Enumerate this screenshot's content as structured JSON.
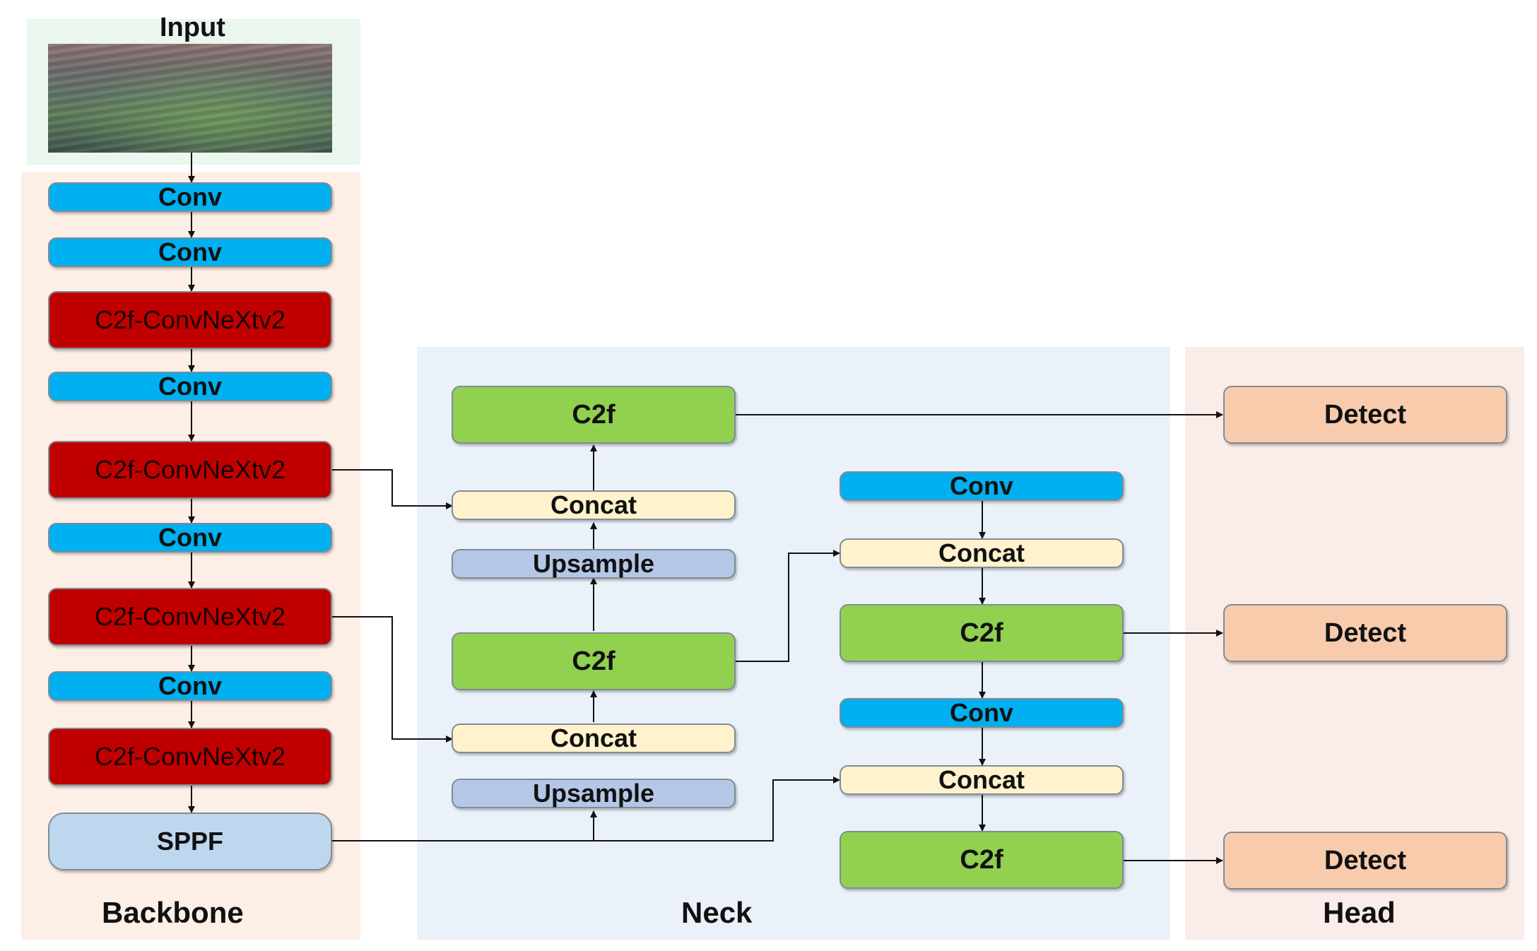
{
  "input": {
    "label": "Input"
  },
  "backbone": {
    "label": "Backbone",
    "layers": [
      "Conv",
      "Conv",
      "C2f-ConvNeXtv2",
      "Conv",
      "C2f-ConvNeXtv2",
      "Conv",
      "C2f-ConvNeXtv2",
      "Conv",
      "C2f-ConvNeXtv2",
      "SPPF"
    ]
  },
  "neck": {
    "label": "Neck",
    "left_column": [
      "C2f",
      "Concat",
      "Upsample",
      "C2f",
      "Concat",
      "Upsample"
    ],
    "right_column": [
      "Conv",
      "Concat",
      "C2f",
      "Conv",
      "Concat",
      "C2f"
    ]
  },
  "head": {
    "label": "Head",
    "outputs": [
      "Detect",
      "Detect",
      "Detect"
    ]
  },
  "colors": {
    "conv": "#00b0f0",
    "c2f_convnextv2": "#c00000",
    "c2f": "#92d050",
    "concat": "#fff2cc",
    "upsample": "#b4c7e7",
    "sppf": "#bdd7ee",
    "detect": "#f8cbad",
    "input_panel": "#eaf6ee",
    "backbone_panel": "#fdefe6",
    "neck_panel": "#eaf1f9",
    "head_panel": "#faece8"
  }
}
